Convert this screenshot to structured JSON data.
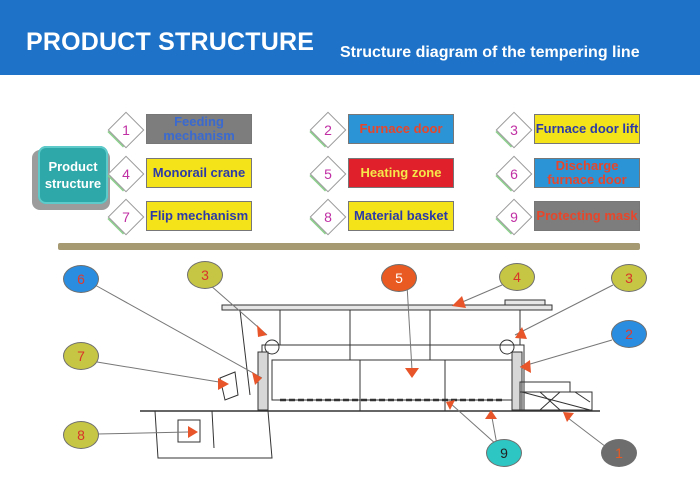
{
  "header": {
    "title": "PRODUCT STRUCTURE",
    "subtitle": "Structure diagram of the tempering line",
    "bg_color": "#1e73c8"
  },
  "product_structure_label": "Product structure",
  "items": [
    {
      "number": "1",
      "label": "Feeding mechanism",
      "color": "gray"
    },
    {
      "number": "2",
      "label": "Furnace door",
      "color": "blue"
    },
    {
      "number": "3",
      "label": "Furnace door lift",
      "color": "yellow"
    },
    {
      "number": "4",
      "label": "Monorail crane",
      "color": "yellow"
    },
    {
      "number": "5",
      "label": "Heating zone",
      "color": "red"
    },
    {
      "number": "6",
      "label": "Discharge furnace door",
      "color": "blue"
    },
    {
      "number": "7",
      "label": "Flip mechanism",
      "color": "yellow"
    },
    {
      "number": "8",
      "label": "Material basket",
      "color": "yellow"
    },
    {
      "number": "9",
      "label": "Protecting mask",
      "color": "gray"
    }
  ],
  "callouts": {
    "c6": "6",
    "c3a": "3",
    "c5": "5",
    "c4": "4",
    "c3b": "3",
    "c2": "2",
    "c7": "7",
    "c8": "8",
    "c9": "9",
    "c1": "1"
  }
}
